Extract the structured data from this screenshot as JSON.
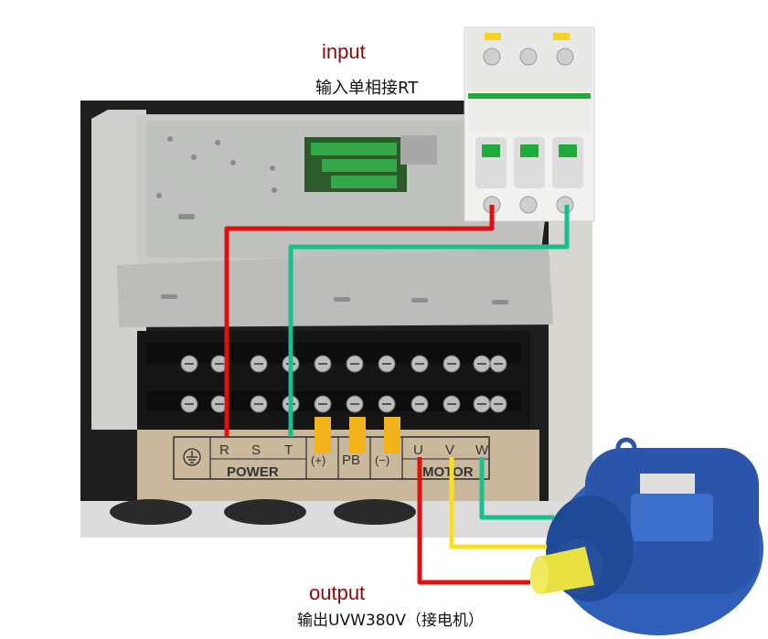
{
  "captions": {
    "input_label": "input",
    "input_desc": "输入单相接RT",
    "output_label": "output",
    "output_desc": "输出UVW380V（接电机）"
  },
  "terminal_block": {
    "power_labels": [
      "R",
      "S",
      "T"
    ],
    "power_group": "POWER",
    "mid_labels": [
      "(+)",
      "PB",
      "(−)"
    ],
    "motor_labels": [
      "U",
      "V",
      "W"
    ],
    "motor_group": "MOTOR",
    "ground_symbol": "ground-icon"
  },
  "wires": {
    "red": "#e01010",
    "green": "#18c090",
    "yellow": "#f8e020"
  },
  "colors": {
    "caption_accent": "#8b0a0a",
    "breaker_green": "#1faa3a",
    "motor_blue": "#2f5fb8",
    "drive_body": "#b9b6ae",
    "panel": "#c8c8c6"
  }
}
